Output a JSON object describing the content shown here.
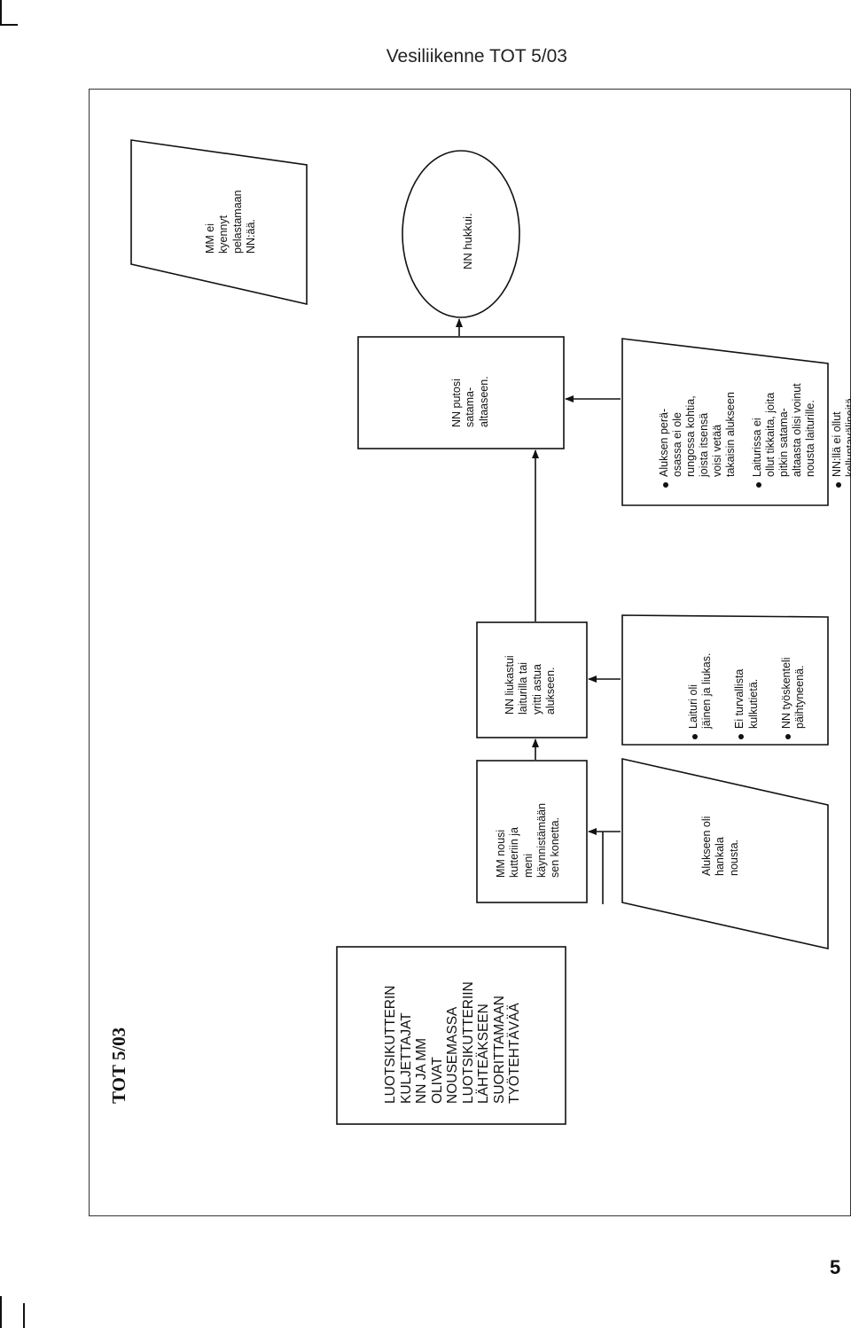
{
  "header": {
    "title": "Vesiliikenne TOT 5/03"
  },
  "diagram": {
    "heading": "TOT 5/03",
    "start_box": "LUOTSIKUTTERIN\nKULJETTAJAT\nNN JA MM\nOLIVAT\nNOUSEMASSA\nLUOTSIKUTTERIIN\nLÄHTEÄKSEEN\nSUORITTAMAAN\nTYÖTEHTÄVÄÄ",
    "mm_nousi": "MM nousi\nkutteriin ja\nmeni\nkäynnistämään\nsen konetta.",
    "nn_liukastui": "NN liukastui\nlaiturilla tai\nyritti astua\nalukseen.",
    "nn_putosi": "NN putosi\nsatama-\naltaaseen.",
    "nn_hukkui": "NN hukkui.",
    "mm_ei_kyennyt": "MM ei\nkyennyt\npelastamaan\nNN:ää.",
    "alukseen_hankala": "Alukseen oli\nhankala\nnousta.",
    "factors_1": [
      "Laituri oli\njäinen ja liukas.",
      "Ei turvallista\nkulkutietä.",
      "NN työskenteli\npäihtyneenä."
    ],
    "factors_2": [
      "Aluksen perä-\nosassa ei ole\nrungossa kohtia,\njoista itsensä\nvoisi vetää\ntakaisin alukseen",
      "Laiturissa ei\nollut tikkaita, joita\npitkin satama-\naltaasta olisi voinut\nnousta laiturille.",
      "NN:llä ei ollut\nkelluntavälineitä."
    ]
  },
  "footer": {
    "page_number": "5"
  }
}
